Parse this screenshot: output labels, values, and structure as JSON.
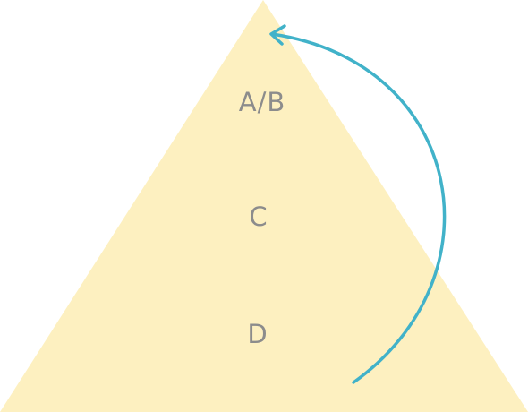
{
  "diagram": {
    "levels": [
      {
        "label": "A/B"
      },
      {
        "label": "C"
      },
      {
        "label": "D"
      }
    ],
    "colors": {
      "triangle_fill": "#fdf0c0",
      "arrow": "#41b2c9",
      "label_text": "#8c8c8c"
    }
  }
}
